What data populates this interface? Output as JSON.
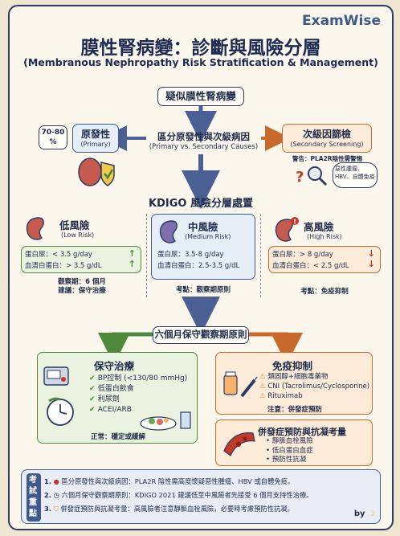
{
  "brand": "ExamWise",
  "title_zh": "膜性腎病變：診斷與風險分層",
  "title_en": "(Membranous Nephropathy Risk Stratification & Management)",
  "suspect": "疑似膜性腎病變",
  "differentiate": {
    "zh": "區分原發性與次級病因",
    "en": "(Primary vs. Secondary Causes)"
  },
  "primary": {
    "badge": "70-80\n%",
    "zh": "原發性",
    "en": "(Primary)"
  },
  "secondary": {
    "zh": "次級因篩檢",
    "en": "(Secondary Screening)",
    "warning": "警告：PLA2R陰性需警惕",
    "bubble": "惡性腫瘤、\nHBV、自體免疫"
  },
  "kdigo": "KDIGO 風險分層處置",
  "risks": [
    {
      "zh": "低風險",
      "en": "(Low Risk)",
      "l1": "蛋白尿：< 3.5 g/day",
      "l2": "血清白蛋白：> 3.5 g/dL",
      "note1": "觀察期：6 個月",
      "note2": "建議：保守治療"
    },
    {
      "zh": "中風險",
      "en": "(Medium Risk)",
      "l1": "蛋白尿：3.5-8 g/day",
      "l2": "血清白蛋白：2.5-3.5 g/dL",
      "note1": "考點：觀察期原則"
    },
    {
      "zh": "高風險",
      "en": "(High Risk)",
      "l1": "蛋白尿：> 8 g/day",
      "l2": "血清白蛋白：< 2.5 g/dL",
      "note1": "考點：免疫抑制"
    }
  ],
  "six_month": "六個月保守觀察期原則",
  "conservative": {
    "title": "保守治療",
    "items": [
      "BP控制 (<130/80 mmHg)",
      "低蛋白飲食",
      "利尿劑",
      "ACEI/ARB"
    ],
    "note": "正常：穩定或緩解"
  },
  "immuno": {
    "title": "免疫抑制",
    "items": [
      "類固醇+細胞毒藥物",
      "CNI (Tacrolimus/Cyclosporine)",
      "Rituximab"
    ],
    "note": "注意：併發症預防"
  },
  "complication": {
    "title": "併發症預防與抗凝考量",
    "items": [
      "靜脈血栓風險",
      "低白蛋白血症",
      "預防性抗凝"
    ]
  },
  "exam_points": {
    "label": "考試重點",
    "items": [
      "區分原發性與次級病因：PLA2R 陰性需高度懷疑惡性腫瘤、HBV 或自體免疫。",
      "六個月保守觀察期原則：KDIGO 2021 建議低至中風險者先接受 6 個月支持性治療。",
      "併發症預防與抗凝考量：高風險者注意靜脈血栓風險，必要時考慮預防性抗凝。"
    ],
    "numbers": [
      "1.",
      "2.",
      "3."
    ]
  },
  "signature": "by",
  "colors": {
    "navy": "#2d3b63",
    "green": "#4f8a3b",
    "blue": "#3e5a8e",
    "orange": "#c96a2d",
    "red": "#c0392b"
  }
}
